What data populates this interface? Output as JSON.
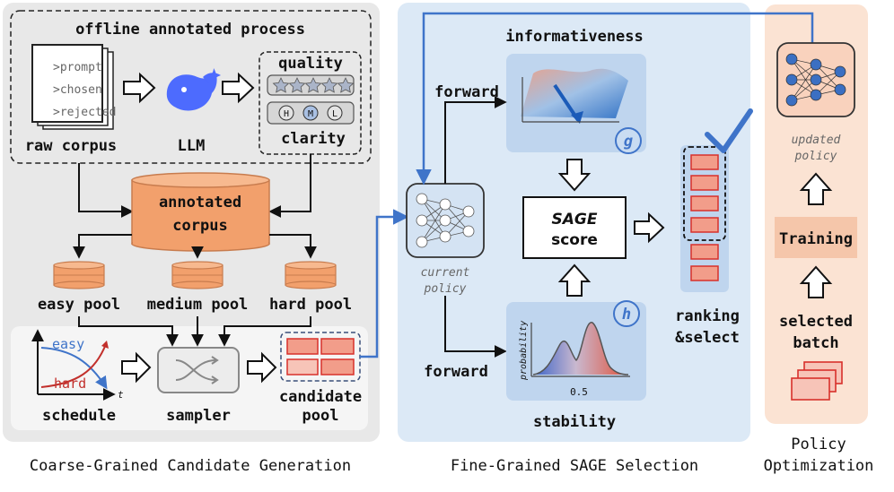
{
  "left": {
    "offline_title": "offline annotated process",
    "prompt_lines": [
      ">prompt",
      ">chosen",
      ">rejected"
    ],
    "raw_corpus": "raw corpus",
    "llm": "LLM",
    "quality": "quality",
    "clarity": "clarity",
    "clarity_levels": [
      "H",
      "M",
      "L"
    ],
    "annotated_line1": "annotated",
    "annotated_line2": "corpus",
    "easy_pool": "easy pool",
    "medium_pool": "medium pool",
    "hard_pool": "hard pool",
    "schedule_easy": "easy",
    "schedule_hard": "hard",
    "schedule_t": "t",
    "schedule": "schedule",
    "sampler": "sampler",
    "candidate_line1": "candidate",
    "candidate_line2": "pool",
    "caption": "Coarse-Grained Candidate Generation"
  },
  "middle": {
    "informativeness": "informativeness",
    "forward_top": "forward",
    "forward_bottom": "forward",
    "current_line1": "current",
    "current_line2": "policy",
    "g_badge": "g",
    "h_badge": "h",
    "sage_line1": "SAGE",
    "sage_line2": "score",
    "probability": "probability",
    "tick_05": "0.5",
    "stability": "stability",
    "ranking_line1": "ranking",
    "ranking_line2": "&select",
    "caption": "Fine-Grained SAGE Selection"
  },
  "right": {
    "updated_line1": "updated",
    "updated_line2": "policy",
    "training": "Training",
    "selected_line1": "selected",
    "selected_line2": "batch",
    "caption_line1": "Policy",
    "caption_line2": "Optimization"
  },
  "colors": {
    "left_panel": "#e8e8e8",
    "middle_panel": "#dce9f6",
    "right_panel": "#fbe3d3",
    "orange": "#f2a06c",
    "red": "#d8302b",
    "blue": "#3f74c9"
  }
}
